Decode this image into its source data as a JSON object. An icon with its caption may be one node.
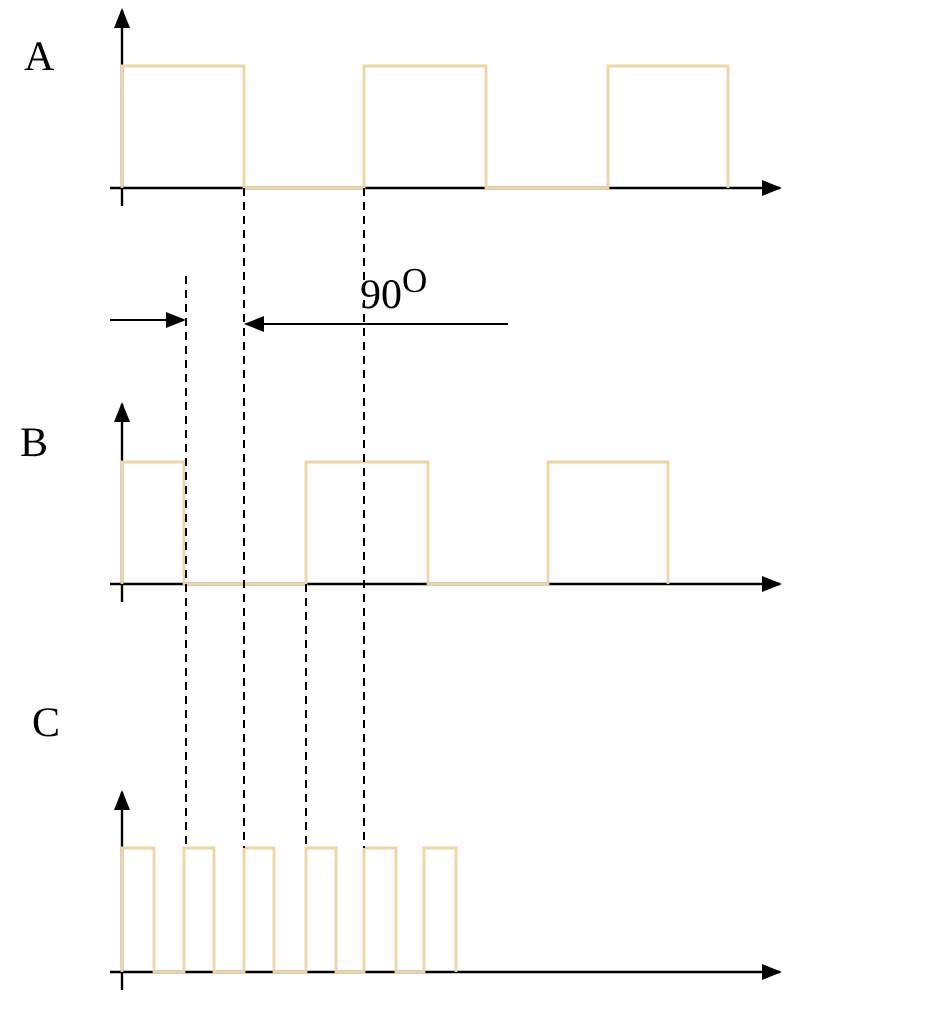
{
  "diagram": {
    "labels": [
      "A",
      "90$^{O}$",
      "B",
      "C"
    ]
  }
}
